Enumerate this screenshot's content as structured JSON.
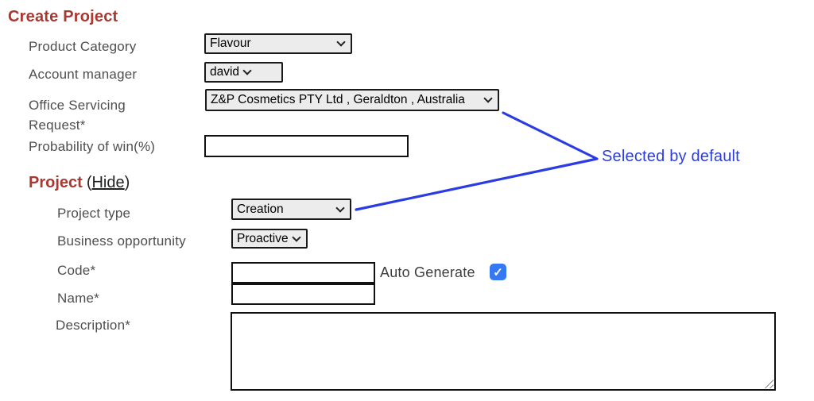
{
  "title": "Create Project",
  "colors": {
    "heading_red": "#a93830",
    "label_gray": "#4e4e4e",
    "annotation_blue": "#2b3ce2",
    "checkbox_blue": "#3478f6",
    "select_bg": "#ececec",
    "control_border": "#1a1a1a"
  },
  "fields": {
    "product_category": {
      "label": "Product Category",
      "value": "Flavour"
    },
    "account_manager": {
      "label": "Account manager",
      "value": "david"
    },
    "office_servicing_request": {
      "label": "Office Servicing Request*",
      "value": "Z&P Cosmetics PTY Ltd , Geraldton , Australia"
    },
    "probability_of_win": {
      "label": "Probability of win(%)",
      "value": ""
    },
    "project_type": {
      "label": "Project type",
      "value": "Creation"
    },
    "business_opportunity": {
      "label": "Business opportunity",
      "value": "Proactive"
    },
    "code": {
      "label": "Code*",
      "value": ""
    },
    "auto_generate": {
      "label": "Auto Generate",
      "checked": true,
      "check_glyph": "✓"
    },
    "name": {
      "label": "Name*",
      "value": ""
    },
    "description": {
      "label": "Description*",
      "value": ""
    }
  },
  "section": {
    "heading": "Project",
    "toggle_open_paren": "(",
    "toggle_label": "Hide",
    "toggle_close_paren": ")"
  },
  "annotation": {
    "label": "Selected by default"
  }
}
